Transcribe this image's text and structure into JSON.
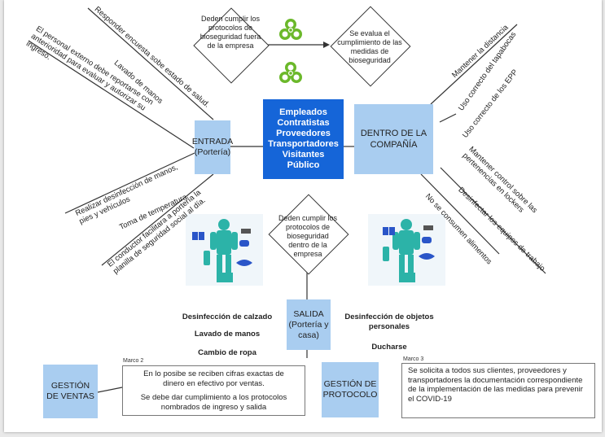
{
  "center_box": {
    "lines": [
      "Empleados",
      "Contratistas",
      "Proveedores",
      "Transportadores",
      "Visitantes",
      "Público"
    ],
    "color": "#1565d8"
  },
  "entrada": {
    "title": "ENTRADA",
    "subtitle": "(Portería)"
  },
  "dentro": {
    "title": "DENTRO DE LA COMPAÑÍA"
  },
  "salida": {
    "title": "SALIDA",
    "subtitle": "(Portería y casa)"
  },
  "gestion_ventas": {
    "title": "GESTIÓN DE VENTAS"
  },
  "gestion_protocolo": {
    "title": "GESTIÓN DE PROTOCOLO"
  },
  "diamond_top_left": "Deden cumplir los protocolos de bioseguridad fuera de la empresa",
  "diamond_top_right": "Se evalua el cumplimiento de las medidas de bioseguridad",
  "diamond_middle": "Deden cumplir los protocolos de bioseguridad dentro de la empresa",
  "entrada_branches": [
    "Responder encuesta sobe estado de salud.",
    "Lavado de manos",
    "El personal externo debe reportarse con anterioridad para evaluar y autorizar su ingreso.",
    "Realizar desinfección de manos, pies y vehículos",
    "Toma de temperatura",
    "El conductor facilitara a portería la planilla de seguridad social al día."
  ],
  "dentro_branches": [
    "Mantener la distancia",
    "Uso correcto del tapabocas",
    "Uso correcto de los EPP",
    "Mantener control sobre las pertenencias en lockers",
    "Desinfectar los equipos de trabajo",
    "No se consumen alimentos"
  ],
  "salida_left": [
    "Desinfección de calzado",
    "Lavado de manos",
    "Cambio de ropa"
  ],
  "salida_right": [
    "Desinfección de objetos personales",
    "Ducharse"
  ],
  "marco2": {
    "label": "Marco 2",
    "text1": "En lo posibe se reciben cifras exactas de dinero en efectivo por ventas.",
    "text2": "Se debe dar cumplimiento a los protocolos nombrados de ingreso y salida"
  },
  "marco3": {
    "label": "Marco 3",
    "text": "Se solicita  a todos sus clientes, proveedores y transportadores la documentación correspondiente de la implementación de las medidas para prevenir el COVID-19"
  },
  "icons": [
    "biohazard-icon",
    "biohazard-icon",
    "protective-equipment-icon",
    "protective-equipment-icon"
  ],
  "colors": {
    "light_blue": "#a9cdf0",
    "biohazard": "#6bb82a",
    "ppe_teal": "#2cb3a8",
    "ppe_blue": "#2a55c8"
  }
}
